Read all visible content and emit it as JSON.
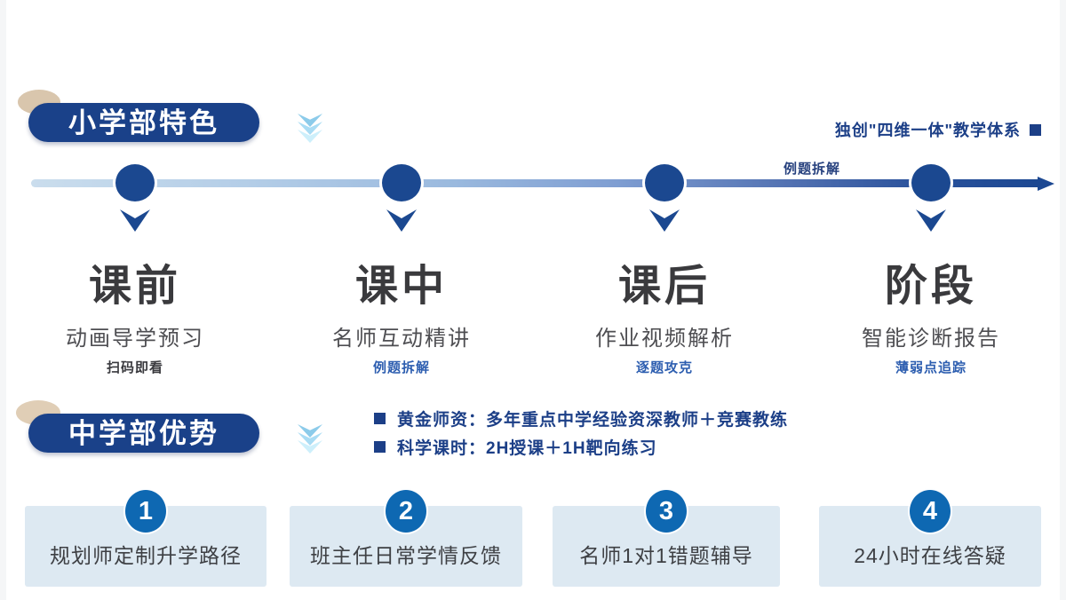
{
  "primary": {
    "badge_label": "小学部特色",
    "tagline": "独创\"四维一体\"教学体系",
    "timeline_note": "例题拆解",
    "stages": [
      {
        "title": "课前",
        "subtitle": "动画导学预习",
        "tag": "扫码即看"
      },
      {
        "title": "课中",
        "subtitle": "名师互动精讲",
        "tag": "例题拆解"
      },
      {
        "title": "课后",
        "subtitle": "作业视频解析",
        "tag": "逐题攻克"
      },
      {
        "title": "阶段",
        "subtitle": "智能诊断报告",
        "tag": "薄弱点追踪"
      }
    ]
  },
  "secondary": {
    "badge_label": "中学部优势",
    "bullets": [
      "黄金师资：多年重点中学经验资深教师＋竞赛教练",
      "科学课时：2H授课＋1H靶向练习"
    ],
    "cards": [
      {
        "number": "1",
        "label": "规划师定制升学路径"
      },
      {
        "number": "2",
        "label": "班主任日常学情反馈"
      },
      {
        "number": "3",
        "label": "名师1对1错题辅导"
      },
      {
        "number": "4",
        "label": "24小时在线答疑"
      }
    ]
  },
  "colors": {
    "badge_navy": "#1a4189",
    "timeline_navy": "#1b4890",
    "timeline_light": "#cadded",
    "accent_text_blue": "#2d5eb0",
    "bullet_navy": "#1c3f87",
    "card_background": "#dde9f2",
    "card_number_blue": "#0e68b2",
    "beige_decor": "#d9c6ad",
    "chevron_light_blue": "#8ccbea",
    "title_dark_gray": "#3a3a3d"
  }
}
